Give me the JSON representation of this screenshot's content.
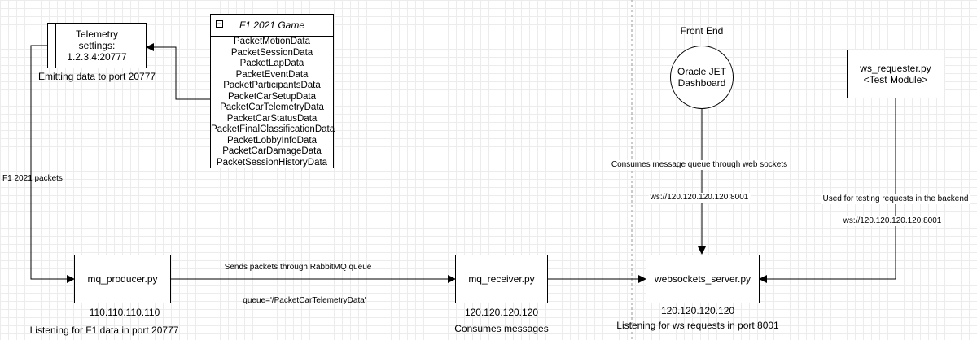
{
  "telemetry_settings": {
    "line1": "Telemetry",
    "line2": "settings:",
    "line3": "1.2.3.4:20777",
    "caption": "Emitting data to port 20777"
  },
  "game": {
    "title": "F1 2021 Game",
    "toggle": "−",
    "packets": [
      "PacketMotionData",
      "PacketSessionData",
      "PacketLapData",
      "PacketEventData",
      "PacketParticipantsData",
      "PacketCarSetupData",
      "PacketCarTelemetryData",
      "PacketCarStatusData",
      "PacketFinalClassificationData",
      "PacketLobbyInfoData",
      "PacketCarDamageData",
      "PacketSessionHistoryData"
    ]
  },
  "front_end": {
    "title": "Front End",
    "line1": "Oracle JET",
    "line2": "Dashboard",
    "edge_label": "Consumes message queue through web sockets",
    "edge_url": "ws://120.120.120.120:8001"
  },
  "requester": {
    "line1": "ws_requester.py",
    "line2": "<Test Module>",
    "edge_label": "Used for testing requests in the backend",
    "edge_url": "ws://120.120.120.120:8001"
  },
  "producer": {
    "label": "mq_producer.py",
    "ip": "110.110.110.110",
    "caption": "Listening for F1 data in port 20777",
    "input_label": "F1 2021 packets"
  },
  "queue_edge": {
    "label": "Sends packets through RabbitMQ queue",
    "queue": "queue='/PacketCarTelemetryData'"
  },
  "receiver": {
    "label": "mq_receiver.py",
    "ip": "120.120.120.120",
    "caption": "Consumes messages"
  },
  "server": {
    "label": "websockets_server.py",
    "ip": "120.120.120.120",
    "caption": "Listening for ws requests in port 8001"
  }
}
